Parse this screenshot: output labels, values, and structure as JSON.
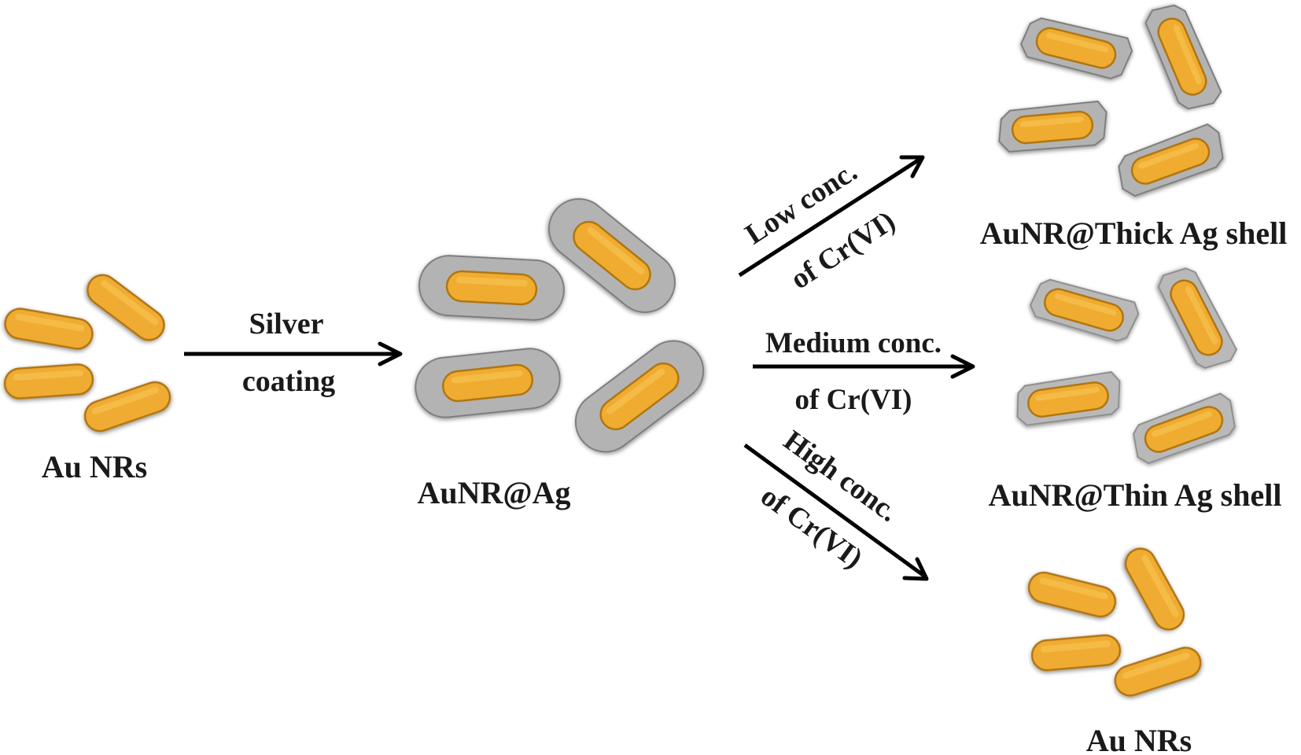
{
  "colors": {
    "gold_fill": "#f0ac30",
    "gold_edge": "#b07612",
    "thick_shell_fill": "#b3b3b3",
    "thick_shell_edge": "#7d7d7d",
    "thin_shell_fill": "#b9b9b9",
    "thin_shell_edge": "#8e8e8e",
    "text": "#1a1a1a",
    "arrow": "#000000"
  },
  "stages": {
    "start_label": "Au NRs",
    "coated_label": "AuNR@Ag",
    "thick_label": "AuNR@Thick Ag shell",
    "thin_label": "AuNR@Thin Ag shell",
    "bare_label": "Au NRs"
  },
  "arrows": {
    "silver": {
      "line1": "Silver",
      "line2": "coating"
    },
    "low": {
      "line1": "Low conc.",
      "line2": "of Cr(VI)"
    },
    "medium": {
      "line1": "Medium conc.",
      "line2": "of Cr(VI)"
    },
    "high": {
      "line1": "High conc.",
      "line2": "of Cr(VI)"
    }
  }
}
